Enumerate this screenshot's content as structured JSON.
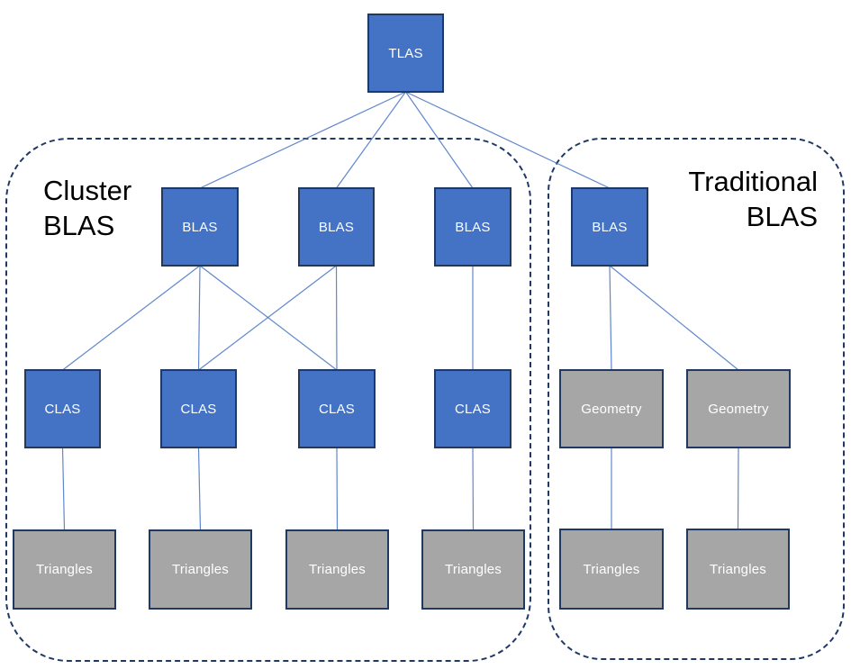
{
  "groups": {
    "cluster": {
      "label": "Cluster BLAS"
    },
    "traditional": {
      "label": "Traditional BLAS"
    }
  },
  "nodes": {
    "tlas": {
      "label": "TLAS"
    },
    "blas1": {
      "label": "BLAS"
    },
    "blas2": {
      "label": "BLAS"
    },
    "blas3": {
      "label": "BLAS"
    },
    "blas4": {
      "label": "BLAS"
    },
    "clas1": {
      "label": "CLAS"
    },
    "clas2": {
      "label": "CLAS"
    },
    "clas3": {
      "label": "CLAS"
    },
    "clas4": {
      "label": "CLAS"
    },
    "geometry1": {
      "label": "Geometry"
    },
    "geometry2": {
      "label": "Geometry"
    },
    "triangles1": {
      "label": "Triangles"
    },
    "triangles2": {
      "label": "Triangles"
    },
    "triangles3": {
      "label": "Triangles"
    },
    "triangles4": {
      "label": "Triangles"
    },
    "triangles5": {
      "label": "Triangles"
    },
    "triangles6": {
      "label": "Triangles"
    }
  },
  "edges": [
    {
      "from": "tlas",
      "to": "blas1"
    },
    {
      "from": "tlas",
      "to": "blas2"
    },
    {
      "from": "tlas",
      "to": "blas3"
    },
    {
      "from": "tlas",
      "to": "blas4"
    },
    {
      "from": "blas1",
      "to": "clas1"
    },
    {
      "from": "blas1",
      "to": "clas2"
    },
    {
      "from": "blas1",
      "to": "clas3"
    },
    {
      "from": "blas2",
      "to": "clas2"
    },
    {
      "from": "blas2",
      "to": "clas3"
    },
    {
      "from": "blas3",
      "to": "clas4"
    },
    {
      "from": "blas4",
      "to": "geometry1"
    },
    {
      "from": "blas4",
      "to": "geometry2"
    },
    {
      "from": "clas1",
      "to": "triangles1"
    },
    {
      "from": "clas2",
      "to": "triangles2"
    },
    {
      "from": "clas3",
      "to": "triangles3"
    },
    {
      "from": "clas4",
      "to": "triangles4"
    },
    {
      "from": "geometry1",
      "to": "triangles5"
    },
    {
      "from": "geometry2",
      "to": "triangles6"
    }
  ],
  "colors": {
    "node_blue_fill": "#4472C4",
    "node_gray_fill": "#A6A6A6",
    "node_border": "#1F3864",
    "group_border": "#1F3864",
    "edge_line": "#4472C4",
    "node_text": "#FFFFFF",
    "group_label_text": "#000000"
  }
}
